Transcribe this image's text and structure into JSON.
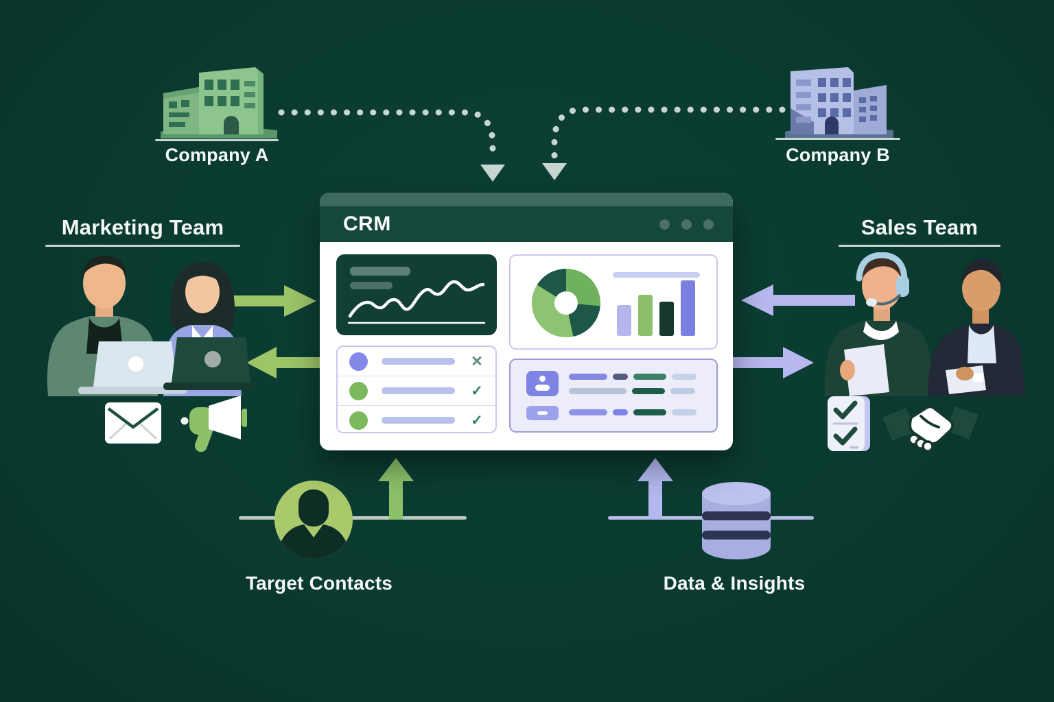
{
  "companies": {
    "a": {
      "label": "Company A",
      "building_color": "#8ec48e"
    },
    "b": {
      "label": "Company B",
      "building_color": "#b6c0e6"
    }
  },
  "teams": {
    "marketing": {
      "label": "Marketing Team"
    },
    "sales": {
      "label": "Sales Team"
    }
  },
  "crm": {
    "title": "CRM",
    "window_dot_color": "#4c7065",
    "analytics": {
      "donut_segments": [
        {
          "color": "#6fb15c",
          "from": 0,
          "to": 95
        },
        {
          "color": "#1d5747",
          "from": 95,
          "to": 168
        },
        {
          "color": "#8cc472",
          "from": 168,
          "to": 302
        },
        {
          "color": "#1d5747",
          "from": 302,
          "to": 360
        }
      ],
      "bars": [
        {
          "color": "#b3b7ec",
          "height": 45
        },
        {
          "color": "#8cc06c",
          "height": 60
        },
        {
          "color": "#17382e",
          "height": 50
        },
        {
          "color": "#7b80e0",
          "height": 81
        }
      ]
    },
    "tasks": [
      {
        "circle": "#8488e6",
        "icon": "✕",
        "icon_color": "#5b8f7c"
      },
      {
        "circle": "#7cb85e",
        "icon": "✓",
        "icon_color": "#2a7d65"
      },
      {
        "circle": "#7cb85e",
        "icon": "✓",
        "icon_color": "#2a7d65"
      }
    ],
    "contacts_rows": [
      [
        {
          "w": 56,
          "c": "#8287e2"
        },
        {
          "w": 22,
          "c": "#565b80"
        },
        {
          "w": 48,
          "c": "#3b7f69"
        },
        {
          "w": 36,
          "c": "#c6d2e8"
        }
      ],
      [
        {
          "w": 84,
          "c": "#b8c3da"
        },
        {
          "w": 48,
          "c": "#1c5c49"
        },
        {
          "w": 36,
          "c": "#bdcbe4"
        }
      ],
      [
        {
          "w": 56,
          "c": "#8e93e8"
        },
        {
          "w": 22,
          "c": "#7d83e2"
        },
        {
          "w": 48,
          "c": "#1d5c4b"
        },
        {
          "w": 36,
          "c": "#c3d0e8"
        }
      ]
    ]
  },
  "bottom": {
    "target_contacts": {
      "label": "Target Contacts"
    },
    "data_insights": {
      "label": "Data & Insights"
    }
  },
  "arrows": {
    "marketing_to_crm": "#9cc568",
    "crm_to_marketing": "#9cc568",
    "sales_to_crm": "#b6b8ef",
    "crm_to_sales": "#b6b8ef",
    "target_contacts_up": "#8cc06a",
    "data_insights_up": "#b4b8ee",
    "company_dotted": "#c7d7d0"
  }
}
